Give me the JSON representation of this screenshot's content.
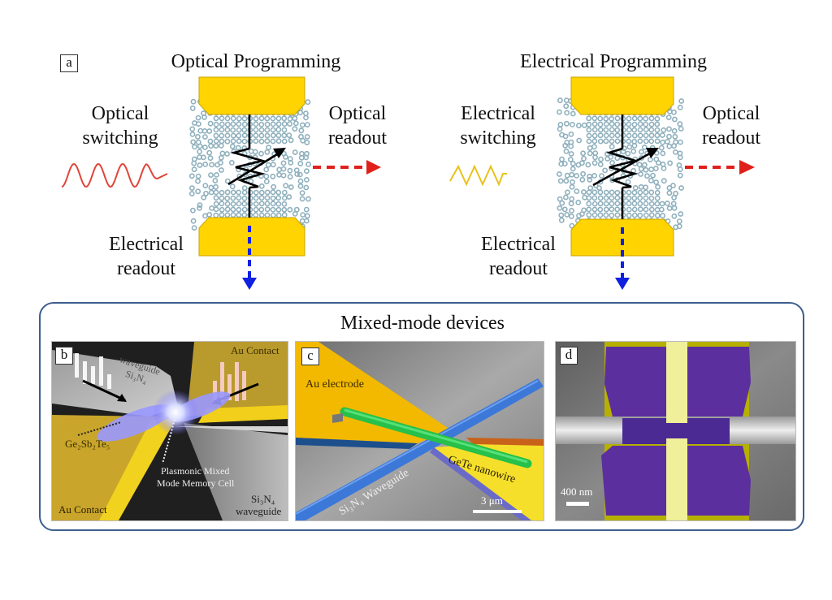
{
  "panel_a": {
    "tag": "a",
    "left": {
      "title": "Optical Programming",
      "input_line1": "Optical",
      "input_line2": "switching",
      "output_line1": "Optical",
      "output_line2": "readout",
      "bottom_line1": "Electrical",
      "bottom_line2": "readout",
      "signal_type": "sine-wave",
      "signal_color": "#e0453a"
    },
    "right": {
      "title": "Electrical Programming",
      "input_line1": "Electrical",
      "input_line2": "switching",
      "output_line1": "Optical",
      "output_line2": "readout",
      "bottom_line1": "Electrical",
      "bottom_line2": "readout",
      "signal_type": "triangle-wave",
      "signal_color": "#e8c21a"
    },
    "colors": {
      "electrode": "#ffd400",
      "particles": "#8fb0bd",
      "optical_arrow": "#e0201a",
      "electrical_arrow": "#1020e0"
    }
  },
  "mixed_mode": {
    "title": "Mixed-mode devices",
    "panel_b": {
      "tag": "b",
      "labels": {
        "waveguide_top": "waveguide",
        "waveguide_top_material": "Si₃N₄",
        "au_contact_top": "Au Contact",
        "gst": "Ge₂Sb₂Te₅",
        "cell_line1": "Plasmonic Mixed",
        "cell_line2": "Mode Memory Cell",
        "au_contact_bottom": "Au Contact",
        "waveguide_bottom_material": "Si₃N₄",
        "waveguide_bottom": "waveguide"
      }
    },
    "panel_c": {
      "tag": "c",
      "labels": {
        "electrode": "Au electrode",
        "nanowire": "GeTe nanowire",
        "waveguide": "Si₃N₄ Waveguide",
        "scale": "3 μm"
      }
    },
    "panel_d": {
      "tag": "d",
      "labels": {
        "scale": "400 nm"
      }
    }
  }
}
